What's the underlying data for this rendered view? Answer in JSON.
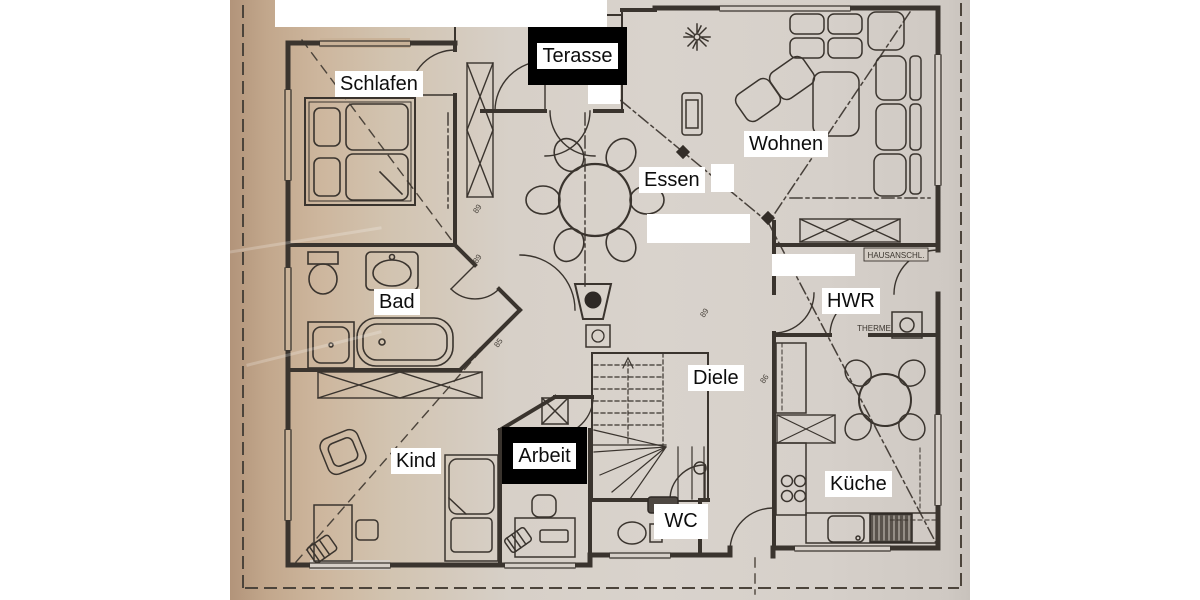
{
  "rooms": {
    "terasse": "Terasse",
    "schlafen": "Schlafen",
    "wohnen": "Wohnen",
    "essen": "Essen",
    "bad": "Bad",
    "hwr": "HWR",
    "diele": "Diele",
    "kind": "Kind",
    "arbeit": "Arbeit",
    "kueche": "Küche",
    "wc": "WC"
  },
  "technical_labels": {
    "hausanschluss": "HAUSANSCHL.",
    "therme": "THERME"
  },
  "door_width_numbers": {
    "n1": "89",
    "n2": "89",
    "n3": "85",
    "n4": "89",
    "n5": "86"
  },
  "colors": {
    "paper_left": "#b9997c",
    "paper_center": "#d7d0c9",
    "ink": "#3a342e",
    "redaction_black": "#000000",
    "redaction_white": "#ffffff"
  }
}
